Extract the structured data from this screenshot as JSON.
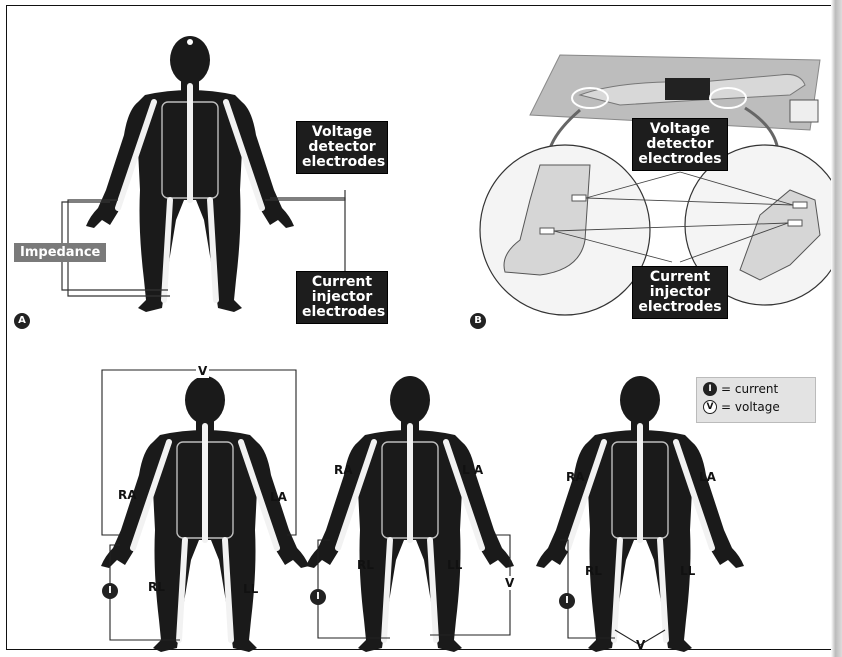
{
  "panel_a": {
    "voltage_label": "Voltage detector electrodes",
    "current_label": "Current injector electrodes",
    "impedance_label": "Impedance",
    "panel_letter": "A"
  },
  "panel_b": {
    "voltage_label": "Voltage detector electrodes",
    "current_label": "Current injector electrodes",
    "panel_letter": "B"
  },
  "lead_figures": [
    {
      "ra": "RA",
      "la": "LA",
      "rl": "RL",
      "ll": "LL",
      "current_symbol": "I",
      "voltage_symbol": "V"
    },
    {
      "ra": "RA",
      "la": "L A",
      "rl": "RL",
      "ll": "LL",
      "current_symbol": "I",
      "voltage_symbol": "V"
    },
    {
      "ra": "RA",
      "la": "LA",
      "rl": "RL",
      "ll": "LL",
      "current_symbol": "I",
      "voltage_symbol": "V"
    }
  ],
  "legend": {
    "current_symbol": "I",
    "current_text": "= current",
    "voltage_symbol": "V",
    "voltage_text": "= voltage"
  },
  "colors": {
    "body": "#1a1a1a",
    "electrode_path": "#f2f2f2",
    "label_bg": "#1d1d1d",
    "impedance_bg": "#7a7a7a",
    "legend_bg": "#e3e3e3",
    "arrow": "#666666"
  }
}
